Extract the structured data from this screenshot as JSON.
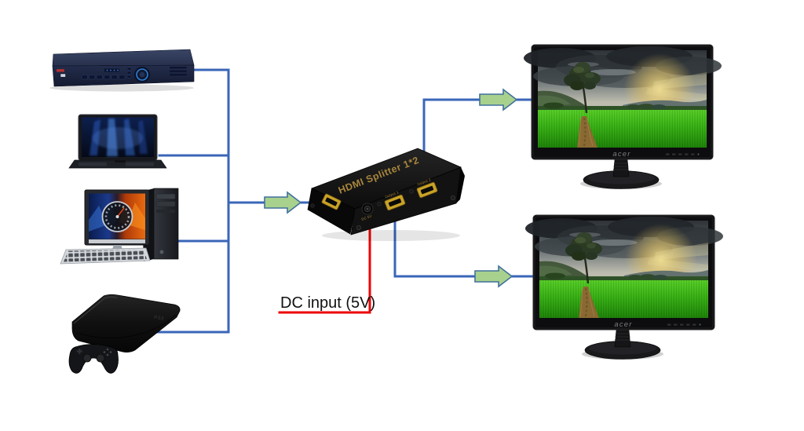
{
  "diagram": {
    "labels": {
      "dc_input": "DC input (5V)"
    },
    "splitter": {
      "top_label": "HDMI Splitter 1*2",
      "output1": "Output 1",
      "output2": "Output 2",
      "power": "DC 5V"
    },
    "monitor": {
      "brand": "acer"
    },
    "console": {
      "logo": "PS3"
    },
    "sources": [
      {
        "name": "dvr"
      },
      {
        "name": "laptop"
      },
      {
        "name": "desktop-pc"
      },
      {
        "name": "game-console"
      }
    ],
    "colors": {
      "cable_blue": "#3A66B8",
      "power_red": "#EE0000",
      "arrow_fill": "#A9D18E",
      "arrow_stroke": "#41719C"
    }
  }
}
